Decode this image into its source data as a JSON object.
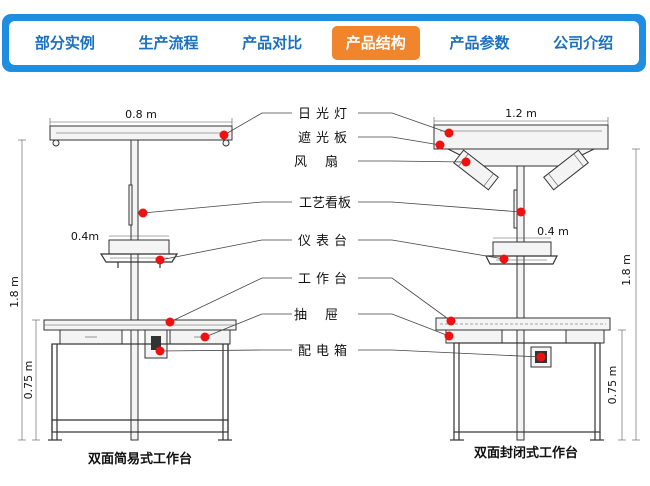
{
  "nav": {
    "tabs": [
      {
        "label": "部分实例"
      },
      {
        "label": "生产流程"
      },
      {
        "label": "产品对比"
      },
      {
        "label": "产品结构"
      },
      {
        "label": "产品参数"
      },
      {
        "label": "公司介绍"
      }
    ],
    "active_index": 3
  },
  "diagram": {
    "labels": [
      "日光灯",
      "遮光板",
      "风扇",
      "工艺看板",
      "仪表台",
      "工作台",
      "抽屉",
      "配电箱"
    ],
    "dimensions": {
      "left_top_width": "0.8 m",
      "right_top_width": "1.2 m",
      "left_shelf_width": "0.4m",
      "right_shelf_width": "0.4 m",
      "left_total_height": "1.8 m",
      "left_bench_height": "0.75 m",
      "right_total_height": "1.8 m",
      "right_bench_height": "0.75 m"
    },
    "captions": {
      "left": "双面简易式工作台",
      "right": "双面封闭式工作台"
    },
    "marker_color": "#ee1111"
  }
}
